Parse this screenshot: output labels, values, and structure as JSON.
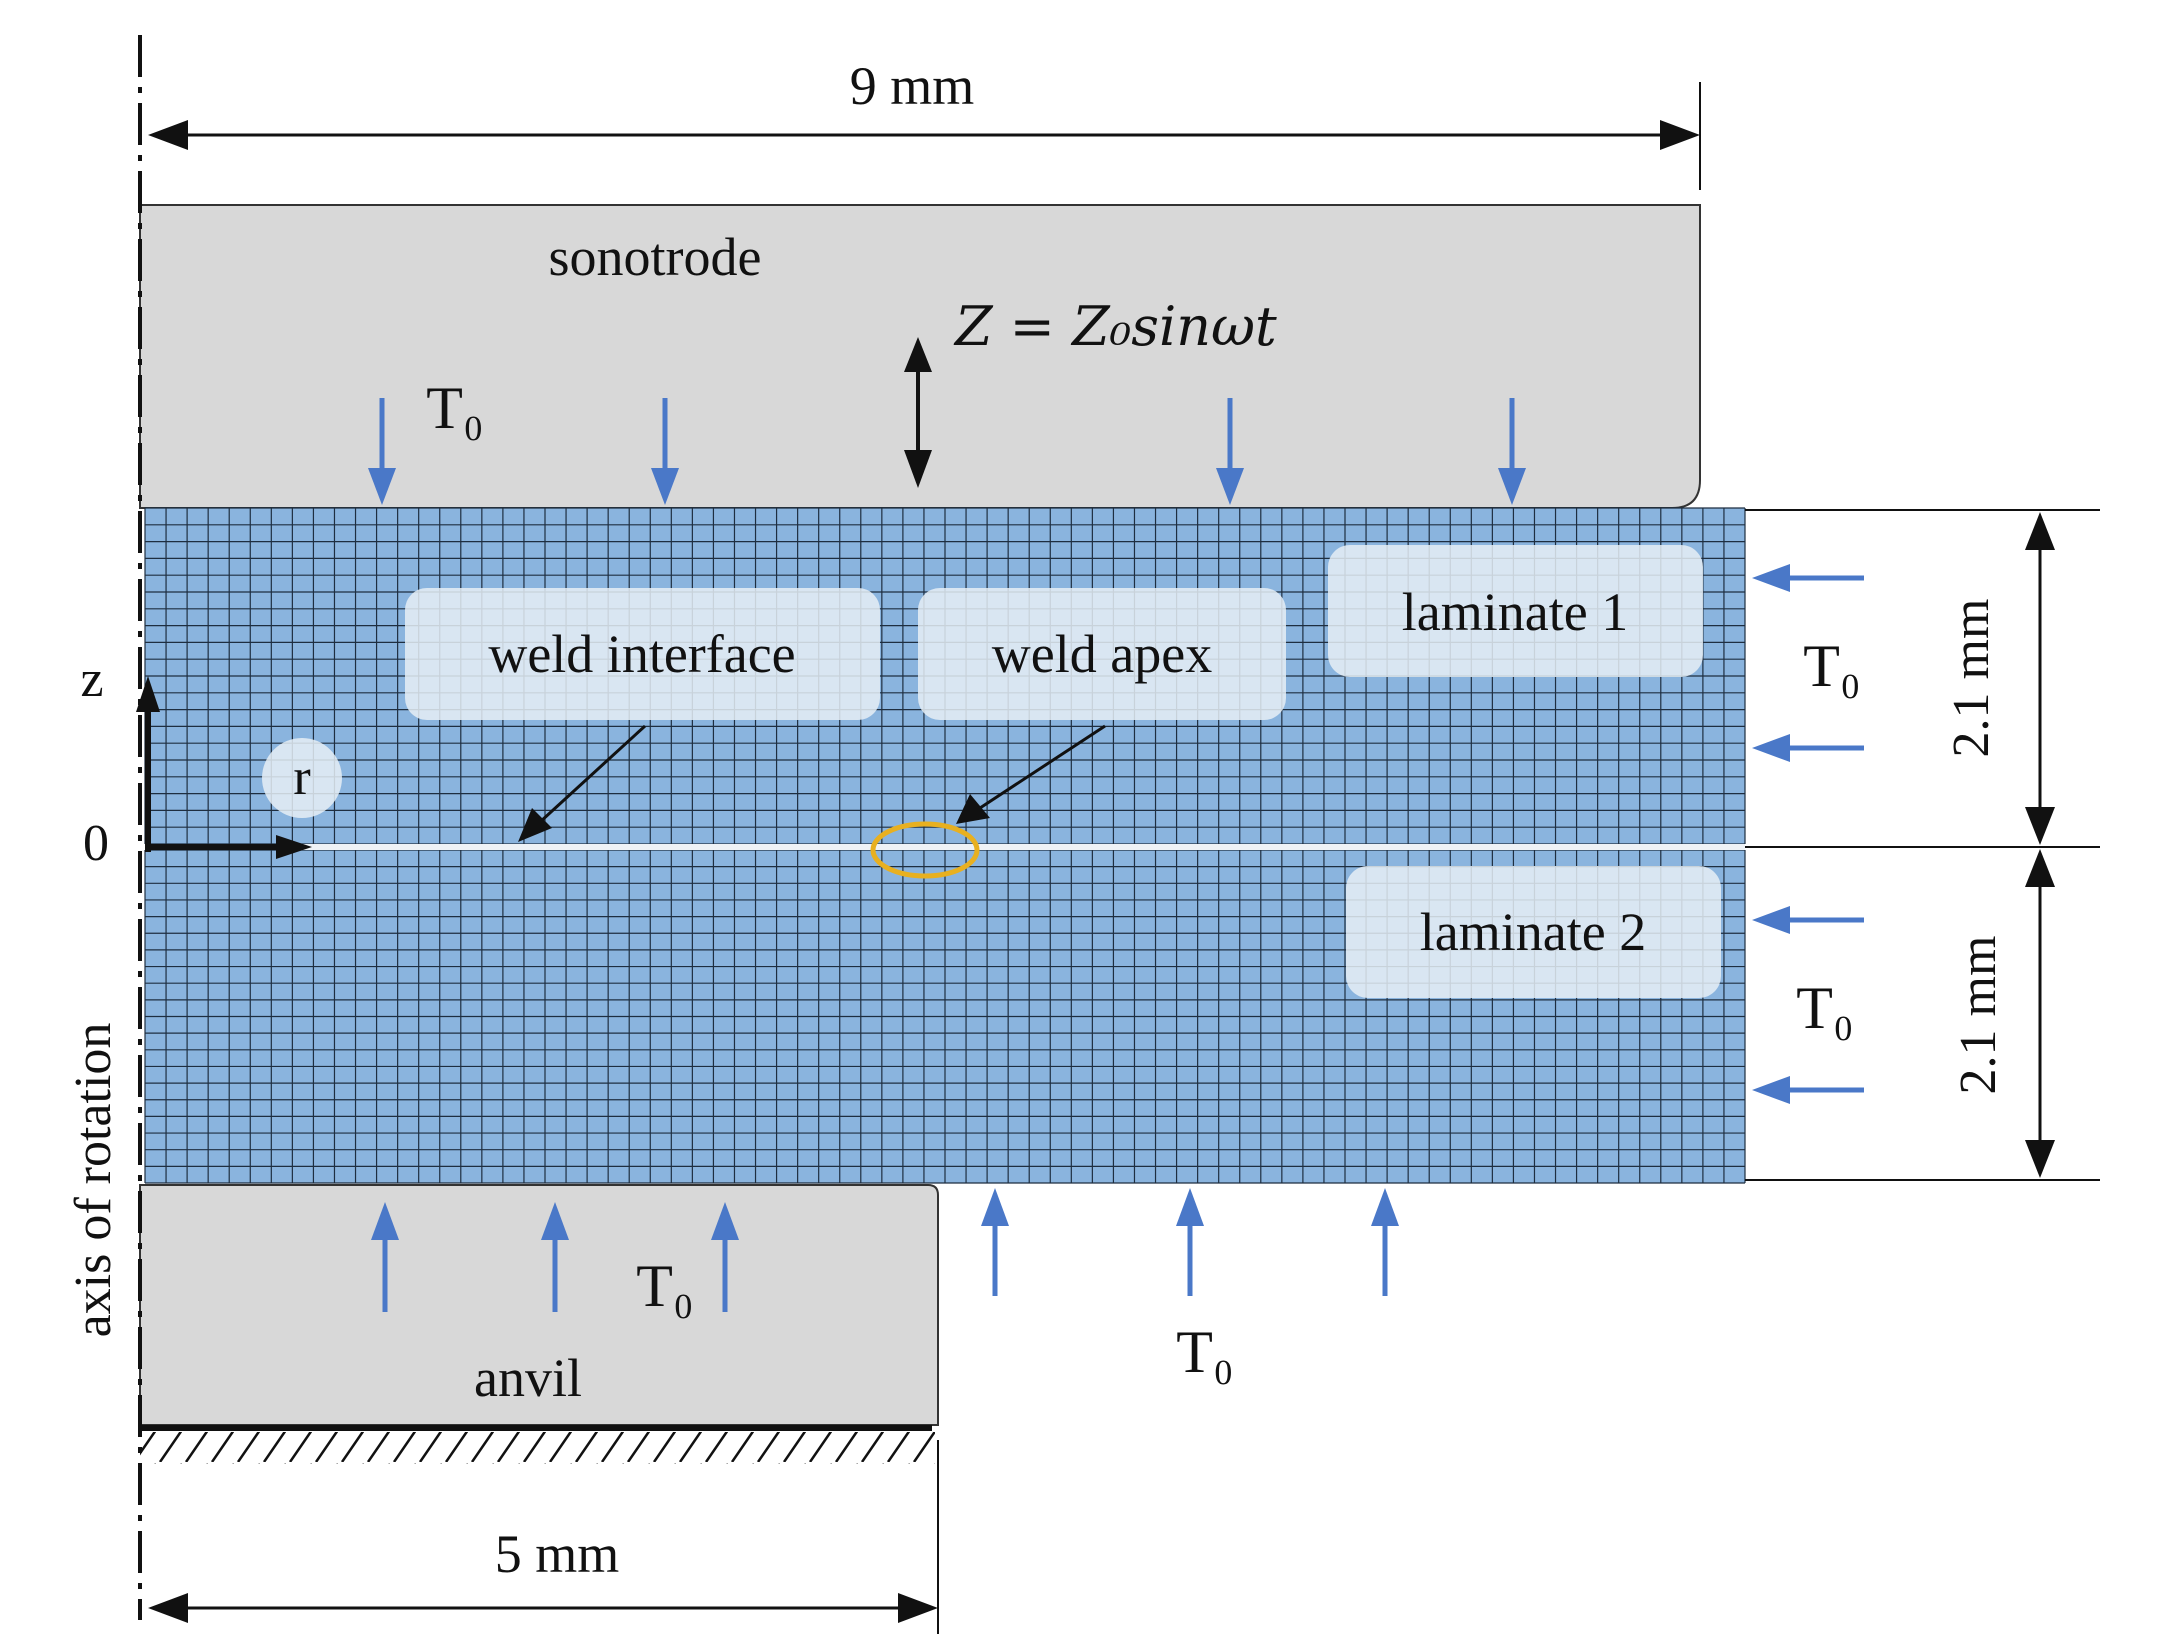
{
  "labels": {
    "top_dimension": "9 mm",
    "bottom_dimension": "5 mm",
    "upper_thickness": "2.1 mm",
    "lower_thickness": "2.1 mm",
    "sonotrode": "sonotrode",
    "anvil": "anvil",
    "laminate_1": "laminate 1",
    "laminate_2": "laminate 2",
    "weld_interface": "weld interface",
    "weld_apex": "weld apex",
    "vibration_equation": "Z = Z₀sinωt",
    "axis_of_rotation": "axis of rotation",
    "z_axis": "z",
    "r_axis": "r",
    "origin": "0",
    "temperature": "T₀"
  },
  "colors": {
    "laminate_fill": "#8ab4de",
    "mesh_line": "#1e2e40",
    "tool_fill": "#d8d8d8",
    "load_arrow": "#4a78c8",
    "weld_apex_marker": "#e8b020",
    "callout_box": "#e6eef6",
    "line": "#111111"
  },
  "mesh": {
    "columns": 76,
    "rows_per_laminate": 20
  }
}
